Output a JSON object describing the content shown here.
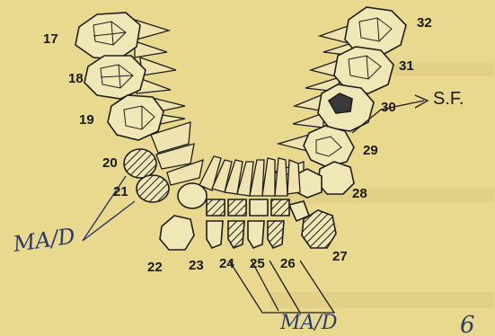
{
  "tooth_numbers": {
    "n17": "17",
    "n18": "18",
    "n19": "19",
    "n20": "20",
    "n21": "21",
    "n22": "22",
    "n23": "23",
    "n24": "24",
    "n25": "25",
    "n26": "26",
    "n27": "27",
    "n28": "28",
    "n29": "29",
    "n30": "30",
    "n31": "31",
    "n32": "32"
  },
  "annotations": {
    "left_note": "MA/D",
    "bottom_note": "MA/D",
    "right_note": "S.F.",
    "corner_mark": "6"
  },
  "colors": {
    "paper": "#e8d98e",
    "ink": "#1e1e1e",
    "pencil": "#2c3a6b",
    "decay_fill": "#3a3a3a"
  }
}
